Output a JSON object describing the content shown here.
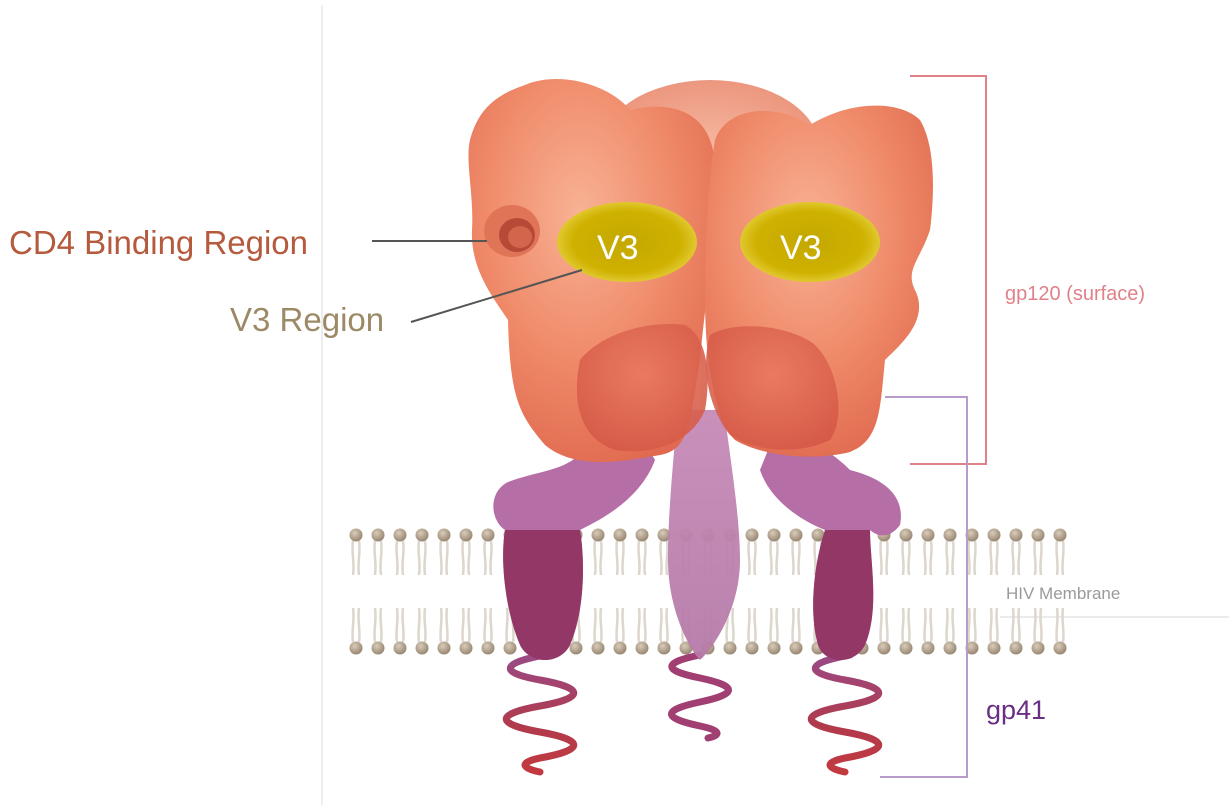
{
  "labels": {
    "cd4_binding_region": "CD4 Binding Region",
    "v3_region": "V3 Region",
    "v3_left": "V3",
    "v3_right": "V3",
    "gp120": "gp120 (surface)",
    "hiv_membrane": "HIV Membrane",
    "gp41": "gp41"
  },
  "colors": {
    "gp120_body": "#f0896a",
    "gp120_shadow": "#e0654f",
    "v3_patch": "#c9b000",
    "gp41_body": "#b46aa4",
    "gp41_dark": "#8e2f55",
    "membrane_head": "#9c8a73",
    "cd4_label": "#b55a3c",
    "v3_label": "#9c8a66",
    "gp120_bracket": "#e0818a",
    "gp41_bracket": "#b99bc9",
    "gp41_label": "#6a2e85"
  }
}
